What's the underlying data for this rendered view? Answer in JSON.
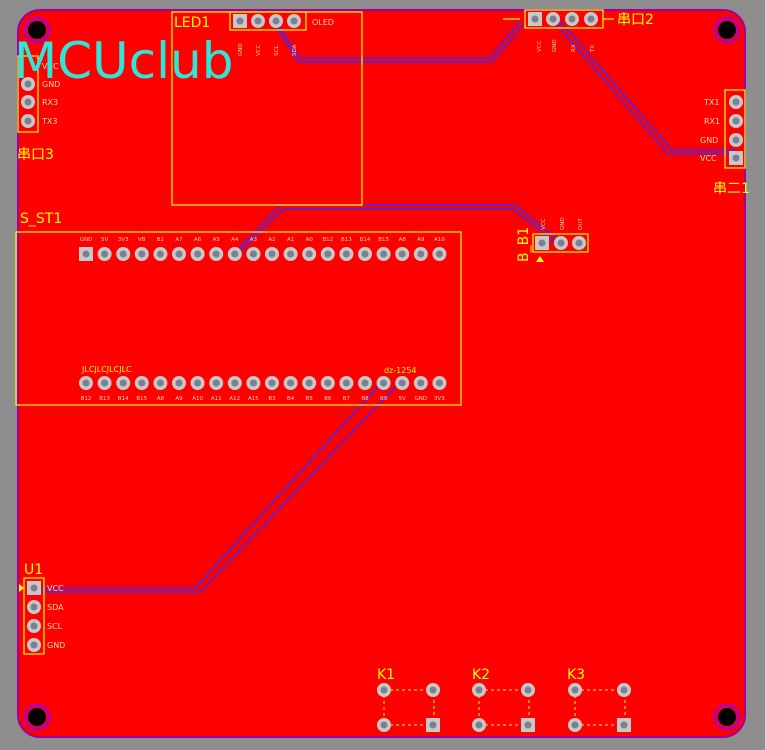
{
  "logo": "MCUclub",
  "colors": {
    "background": "#8e8e8e",
    "board": "#ff0000",
    "outline": "#a000a0",
    "silkscreen": "#ffff00",
    "trace": "#3a2aff",
    "pad": "#c8c8c8",
    "logo": "#2ee6d6"
  },
  "led1": {
    "ref": "LED1",
    "name": "OLED",
    "pins": [
      "GND",
      "VCC",
      "SCL",
      "SDA"
    ]
  },
  "uart2": {
    "ref": "串口2",
    "pins": [
      "GND",
      "VCC",
      "RX",
      "TX"
    ]
  },
  "uart3": {
    "ref": "串口3",
    "pins": [
      "VCC",
      "GND",
      "RX3",
      "TX3"
    ]
  },
  "uart1": {
    "ref": "串二1",
    "pins": [
      "TX1",
      "RX1",
      "GND",
      "VCC"
    ]
  },
  "sst1": {
    "ref": "S_ST1",
    "mark1": "JLCJLCJLCJLC",
    "mark2": "dz-1254",
    "top_pins": [
      "GND",
      "5V",
      "3V3",
      "VB",
      "B2",
      "A7",
      "A6",
      "A5",
      "A4",
      "A3",
      "A2",
      "A1",
      "A0",
      "B12",
      "B13",
      "B14",
      "B15",
      "A8",
      "A9",
      "A10"
    ],
    "bottom_pins": [
      "B12",
      "B13",
      "B14",
      "B15",
      "A8",
      "A9",
      "A10",
      "A11",
      "A12",
      "A15",
      "B3",
      "B4",
      "B5",
      "B6",
      "B7",
      "B8",
      "B9",
      "5V",
      "GND",
      "3V3"
    ]
  },
  "bb1": {
    "ref": "B_B1",
    "pins": [
      "VCC",
      "GND",
      "OUT"
    ]
  },
  "u1": {
    "ref": "U1",
    "pins": [
      "VCC",
      "SDA",
      "SCL",
      "GND"
    ]
  },
  "keys": [
    {
      "ref": "K1"
    },
    {
      "ref": "K2"
    },
    {
      "ref": "K3"
    }
  ]
}
